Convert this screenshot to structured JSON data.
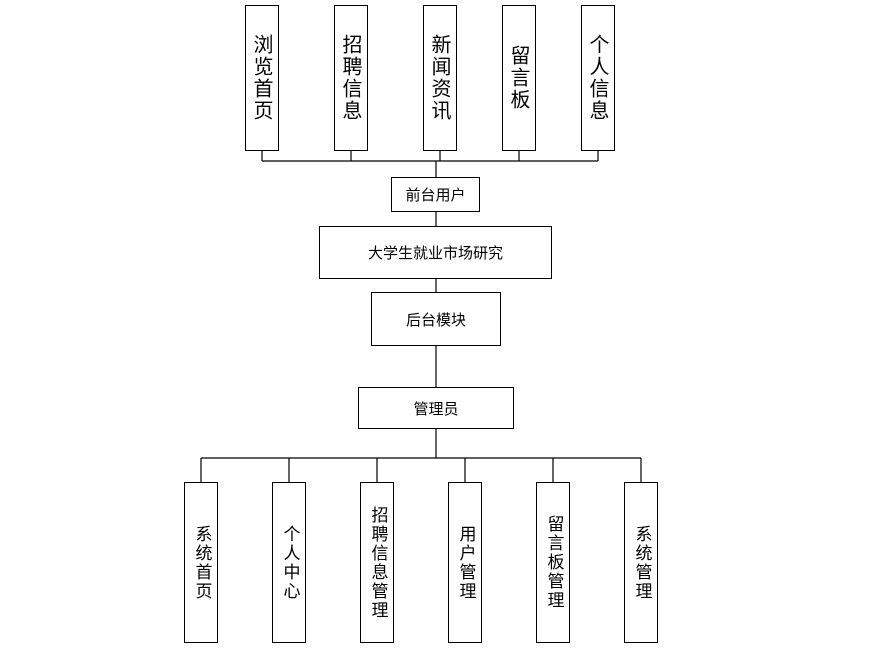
{
  "diagram": {
    "front_items": [
      "浏览首页",
      "招聘信息",
      "新闻资讯",
      "留言板",
      "个人信息"
    ],
    "front_user": "前台用户",
    "root": "大学生就业市场研究",
    "backend": "后台模块",
    "admin": "管理员",
    "admin_items": [
      "系统首页",
      "个人中心",
      "招聘信息管理",
      "用户管理",
      "留言板管理",
      "系统管理"
    ]
  }
}
